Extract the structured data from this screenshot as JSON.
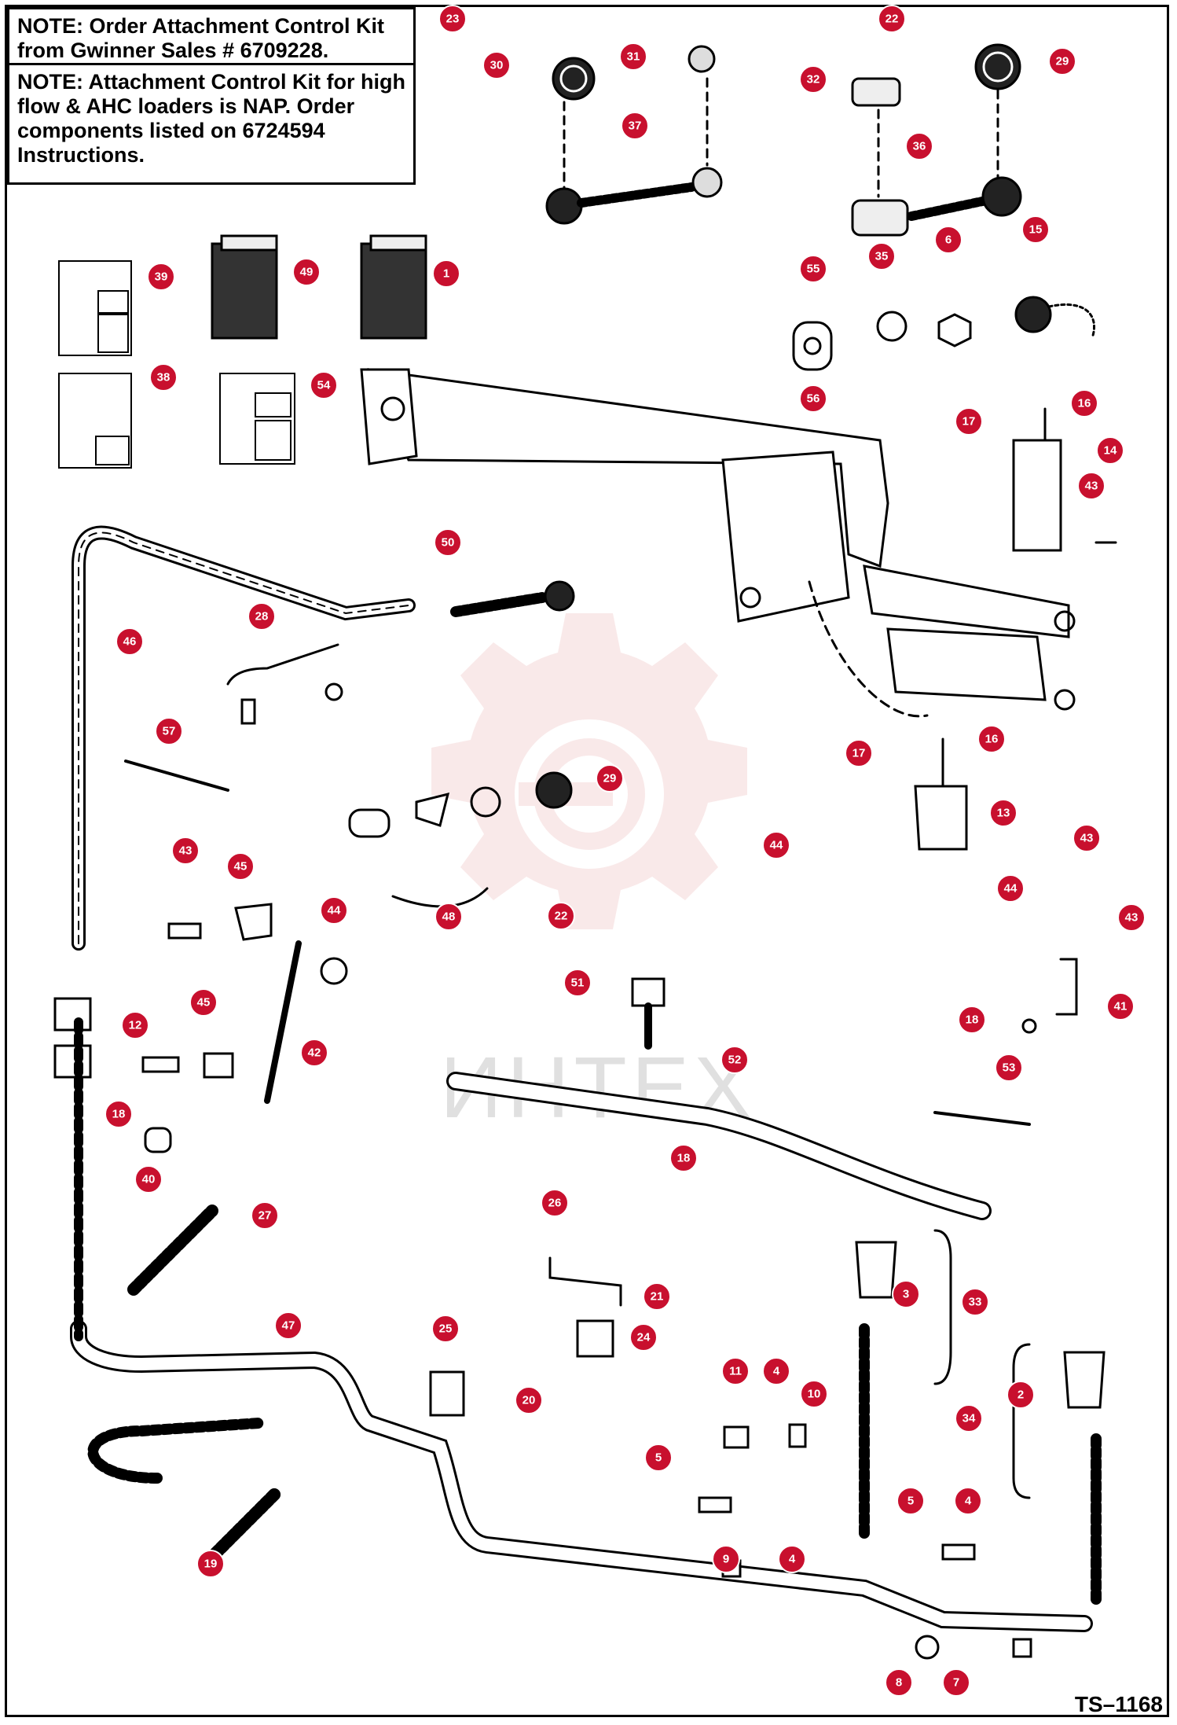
{
  "notes": [
    {
      "label": "NOTE:",
      "text": "Order Attachment Control Kit from Gwinner Sales # 6709228."
    },
    {
      "label": "NOTE:",
      "text": "Attachment Control Kit for high flow & AHC loaders is NAP. Order components listed on 6724594 Instructions."
    }
  ],
  "drawing_code": "TS–1168",
  "watermark_text": "ИНТЕХ",
  "colors": {
    "callout": "#c8102e",
    "line": "#000000",
    "watermark": "#e8b0b0"
  },
  "callouts": [
    {
      "n": "23"
    },
    {
      "n": "30"
    },
    {
      "n": "31"
    },
    {
      "n": "37"
    },
    {
      "n": "22"
    },
    {
      "n": "29"
    },
    {
      "n": "32"
    },
    {
      "n": "36"
    },
    {
      "n": "39"
    },
    {
      "n": "49"
    },
    {
      "n": "1"
    },
    {
      "n": "38"
    },
    {
      "n": "54"
    },
    {
      "n": "55"
    },
    {
      "n": "35"
    },
    {
      "n": "6"
    },
    {
      "n": "15"
    },
    {
      "n": "56"
    },
    {
      "n": "16"
    },
    {
      "n": "17"
    },
    {
      "n": "14"
    },
    {
      "n": "43"
    },
    {
      "n": "50"
    },
    {
      "n": "46"
    },
    {
      "n": "28"
    },
    {
      "n": "57"
    },
    {
      "n": "29"
    },
    {
      "n": "48"
    },
    {
      "n": "22"
    },
    {
      "n": "17"
    },
    {
      "n": "16"
    },
    {
      "n": "13"
    },
    {
      "n": "44"
    },
    {
      "n": "43"
    },
    {
      "n": "44"
    },
    {
      "n": "43"
    },
    {
      "n": "43"
    },
    {
      "n": "45"
    },
    {
      "n": "44"
    },
    {
      "n": "12"
    },
    {
      "n": "45"
    },
    {
      "n": "42"
    },
    {
      "n": "18"
    },
    {
      "n": "41"
    },
    {
      "n": "51"
    },
    {
      "n": "52"
    },
    {
      "n": "53"
    },
    {
      "n": "40"
    },
    {
      "n": "18"
    },
    {
      "n": "18"
    },
    {
      "n": "26"
    },
    {
      "n": "27"
    },
    {
      "n": "21"
    },
    {
      "n": "3"
    },
    {
      "n": "33"
    },
    {
      "n": "47"
    },
    {
      "n": "25"
    },
    {
      "n": "24"
    },
    {
      "n": "20"
    },
    {
      "n": "11"
    },
    {
      "n": "4"
    },
    {
      "n": "10"
    },
    {
      "n": "2"
    },
    {
      "n": "34"
    },
    {
      "n": "5"
    },
    {
      "n": "5"
    },
    {
      "n": "4"
    },
    {
      "n": "9"
    },
    {
      "n": "4"
    },
    {
      "n": "19"
    },
    {
      "n": "8"
    },
    {
      "n": "7"
    }
  ]
}
